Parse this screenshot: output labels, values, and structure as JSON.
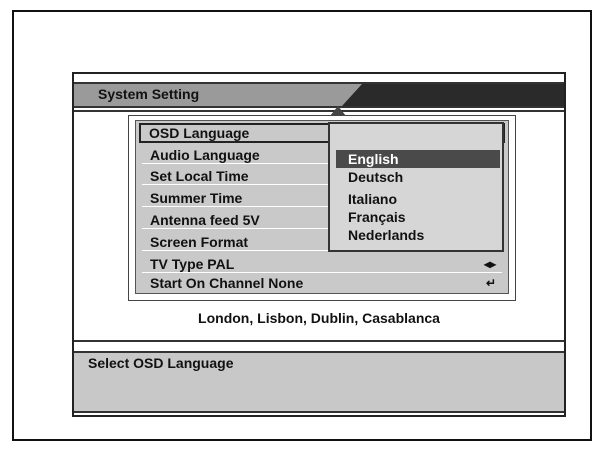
{
  "title": "System Setting",
  "menu": {
    "items": [
      {
        "label": "OSD Language",
        "icon": ""
      },
      {
        "label": "Audio Language",
        "icon": ""
      },
      {
        "label": "Set Local Time",
        "icon": ""
      },
      {
        "label": "Summer Time",
        "icon": ""
      },
      {
        "label": "Antenna feed 5V",
        "icon": ""
      },
      {
        "label": "Screen Format",
        "icon": ""
      },
      {
        "label": "TV Type PAL",
        "icon": "◂▸"
      },
      {
        "label": "Start On Channel None",
        "icon": "↵"
      }
    ]
  },
  "popup": {
    "options": [
      "English",
      "Deutsch",
      "Italiano",
      "Français",
      "Nederlands"
    ],
    "selected": "English"
  },
  "region": "London, Lisbon, Dublin, Casablanca",
  "help": "Select OSD Language",
  "colors": {
    "panel": "#c9c9c9",
    "highlight": "#4a4a4a",
    "dark_bar": "#2a2a2a"
  }
}
